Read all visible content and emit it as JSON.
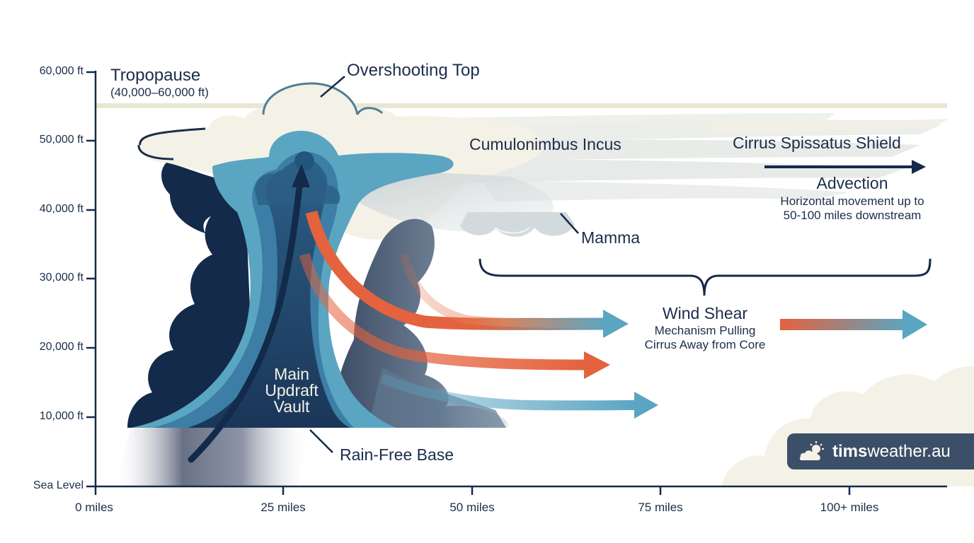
{
  "axes": {
    "y_ticks": [
      "60,000 ft",
      "50,000 ft",
      "40,000 ft",
      "30,000 ft",
      "20,000 ft",
      "10,000 ft",
      "Sea Level"
    ],
    "x_ticks": [
      "0 miles",
      "25 miles",
      "50 miles",
      "75 miles",
      "100+ miles"
    ]
  },
  "labels": {
    "tropopause_title": "Tropopause",
    "tropopause_range": "(40,000–60,000 ft)",
    "overshooting_top": "Overshooting Top",
    "incus": "Cumulonimbus Incus",
    "cirrus_shield": "Cirrus Spissatus Shield",
    "advection_title": "Advection",
    "advection_desc_1": "Horizontal movement up to",
    "advection_desc_2": "50-100 miles downstream",
    "mamma": "Mamma",
    "wind_shear_title": "Wind Shear",
    "wind_shear_desc_1": "Mechanism Pulling",
    "wind_shear_desc_2": "Cirrus Away from Core",
    "updraft": "Main Updraft Vault",
    "rain_free_base": "Rain-Free Base"
  },
  "brand": {
    "prefix": "tims",
    "suffix": "weather.au",
    "icon": "sun-cloud-icon"
  },
  "colors": {
    "navy": "#1b2d4a",
    "dark_cloud": "#132a4a",
    "teal": "#5aa5c2",
    "cream": "#f4f1e6",
    "orange": "#e4623d",
    "tropopause_band": "#e9e6d2",
    "badge": "#3c4f68"
  }
}
